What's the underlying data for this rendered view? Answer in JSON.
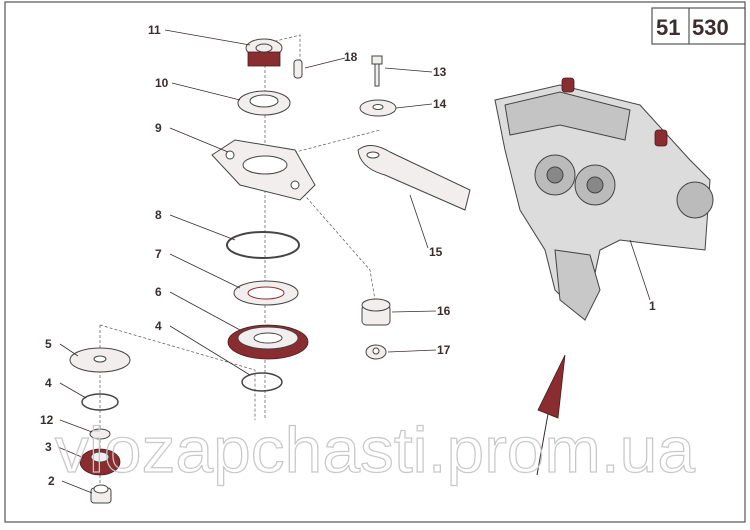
{
  "sheet": {
    "group": "51",
    "page": "530"
  },
  "callouts": [
    "11",
    "18",
    "10",
    "13",
    "14",
    "9",
    "8",
    "15",
    "7",
    "6",
    "16",
    "4",
    "5",
    "17",
    "4",
    "1",
    "12",
    "3",
    "2"
  ],
  "watermark": "viozapchasti.prom.ua",
  "colors": {
    "accent": "#8a2d30",
    "line": "#3a2e2e"
  }
}
